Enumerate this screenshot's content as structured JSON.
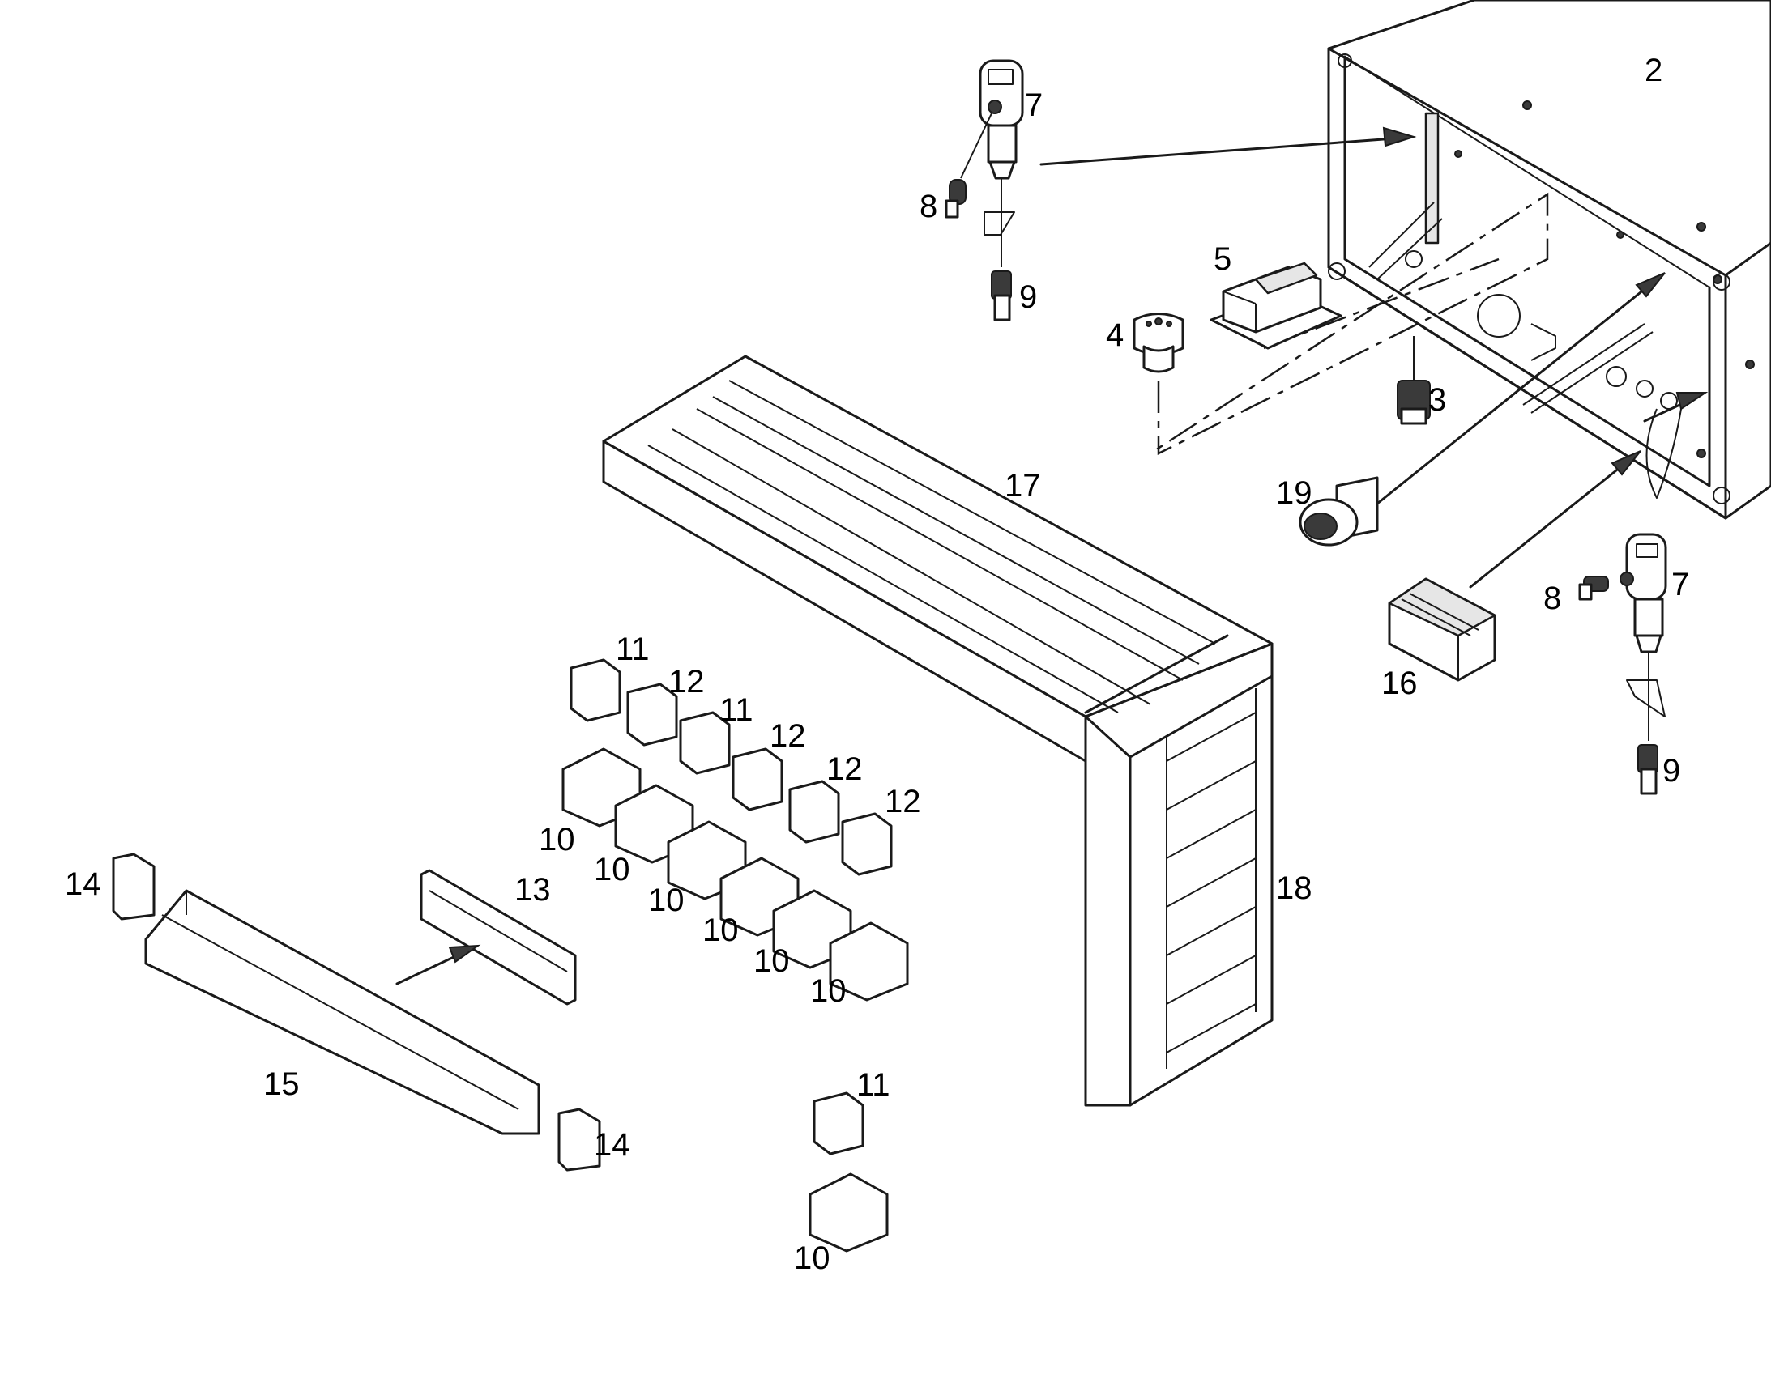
{
  "callouts": [
    {
      "id": "c2",
      "label": "2"
    },
    {
      "id": "c3",
      "label": "3"
    },
    {
      "id": "c4",
      "label": "4"
    },
    {
      "id": "c5",
      "label": "5"
    },
    {
      "id": "c7a",
      "label": "7"
    },
    {
      "id": "c8a",
      "label": "8"
    },
    {
      "id": "c9a",
      "label": "9"
    },
    {
      "id": "c7b",
      "label": "7"
    },
    {
      "id": "c8b",
      "label": "8"
    },
    {
      "id": "c9b",
      "label": "9"
    },
    {
      "id": "c19",
      "label": "19"
    },
    {
      "id": "c16",
      "label": "16"
    },
    {
      "id": "c17",
      "label": "17"
    },
    {
      "id": "c18",
      "label": "18"
    },
    {
      "id": "c11a",
      "label": "11"
    },
    {
      "id": "c12a",
      "label": "12"
    },
    {
      "id": "c11b",
      "label": "11"
    },
    {
      "id": "c12b",
      "label": "12"
    },
    {
      "id": "c12c",
      "label": "12"
    },
    {
      "id": "c12d",
      "label": "12"
    },
    {
      "id": "c10a",
      "label": "10"
    },
    {
      "id": "c10b",
      "label": "10"
    },
    {
      "id": "c10c",
      "label": "10"
    },
    {
      "id": "c10d",
      "label": "10"
    },
    {
      "id": "c10e",
      "label": "10"
    },
    {
      "id": "c10f",
      "label": "10"
    },
    {
      "id": "c13",
      "label": "13"
    },
    {
      "id": "c14a",
      "label": "14"
    },
    {
      "id": "c14b",
      "label": "14"
    },
    {
      "id": "c15",
      "label": "15"
    },
    {
      "id": "c11c",
      "label": "11"
    },
    {
      "id": "c10g",
      "label": "10"
    }
  ]
}
